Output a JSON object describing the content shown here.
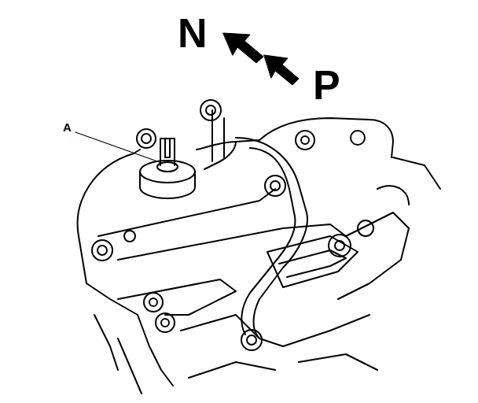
{
  "diagram": {
    "labels": [
      "N",
      "P",
      "A"
    ]
  }
}
